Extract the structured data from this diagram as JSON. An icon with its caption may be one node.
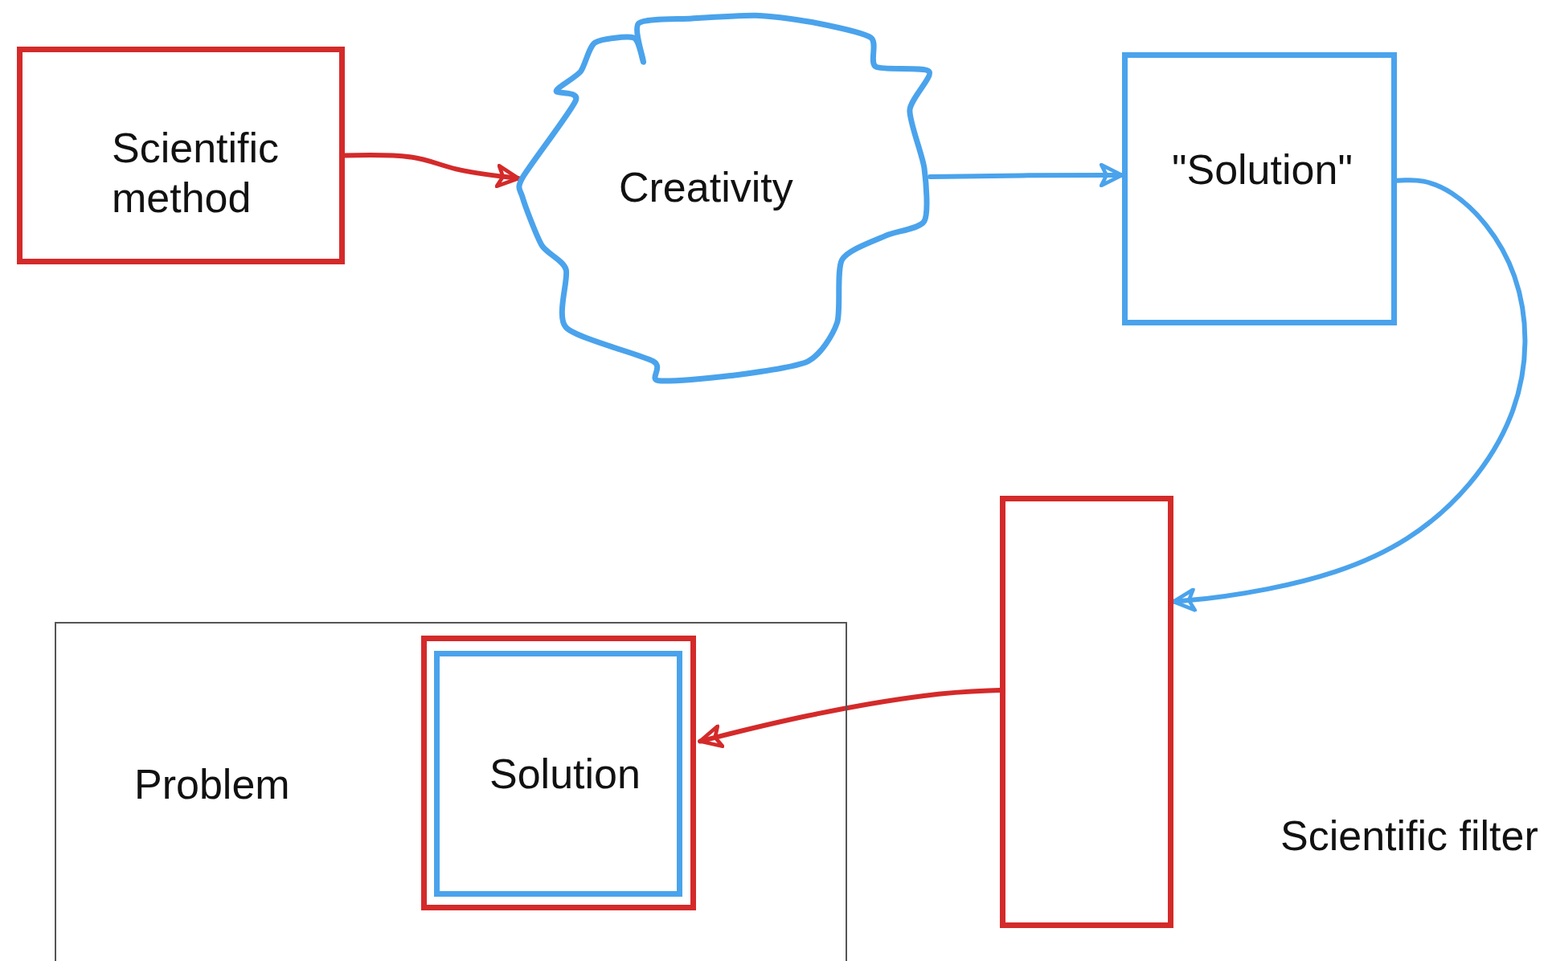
{
  "diagram": {
    "nodes": [
      {
        "text": [
          "Scientific method"
        ]
      },
      {
        "text": [
          "Creativity"
        ]
      },
      {
        "text": [
          "\"Solution\""
        ]
      },
      {
        "text": [],
        "shape": "box",
        "beside": [
          "Scientific filter"
        ]
      },
      {
        "text": [
          "Problem"
        ]
      },
      {
        "text": [],
        "shape": "box",
        "in": 4
      },
      {
        "text": [
          "Solution"
        ],
        "in": 5
      }
    ],
    "edges": [
      {
        "from": 0,
        "to": 1,
        "arrow": "to",
        "color": "#d42a2a"
      },
      {
        "from": 1,
        "to": 2,
        "arrow": "to",
        "color": "#4aa3ec"
      },
      {
        "from": 2,
        "to": 3,
        "arrow": "to",
        "color": "#4aa3ec"
      },
      {
        "from": 3,
        "to": 5,
        "arrow": "to",
        "color": "#d42a2a"
      }
    ]
  }
}
